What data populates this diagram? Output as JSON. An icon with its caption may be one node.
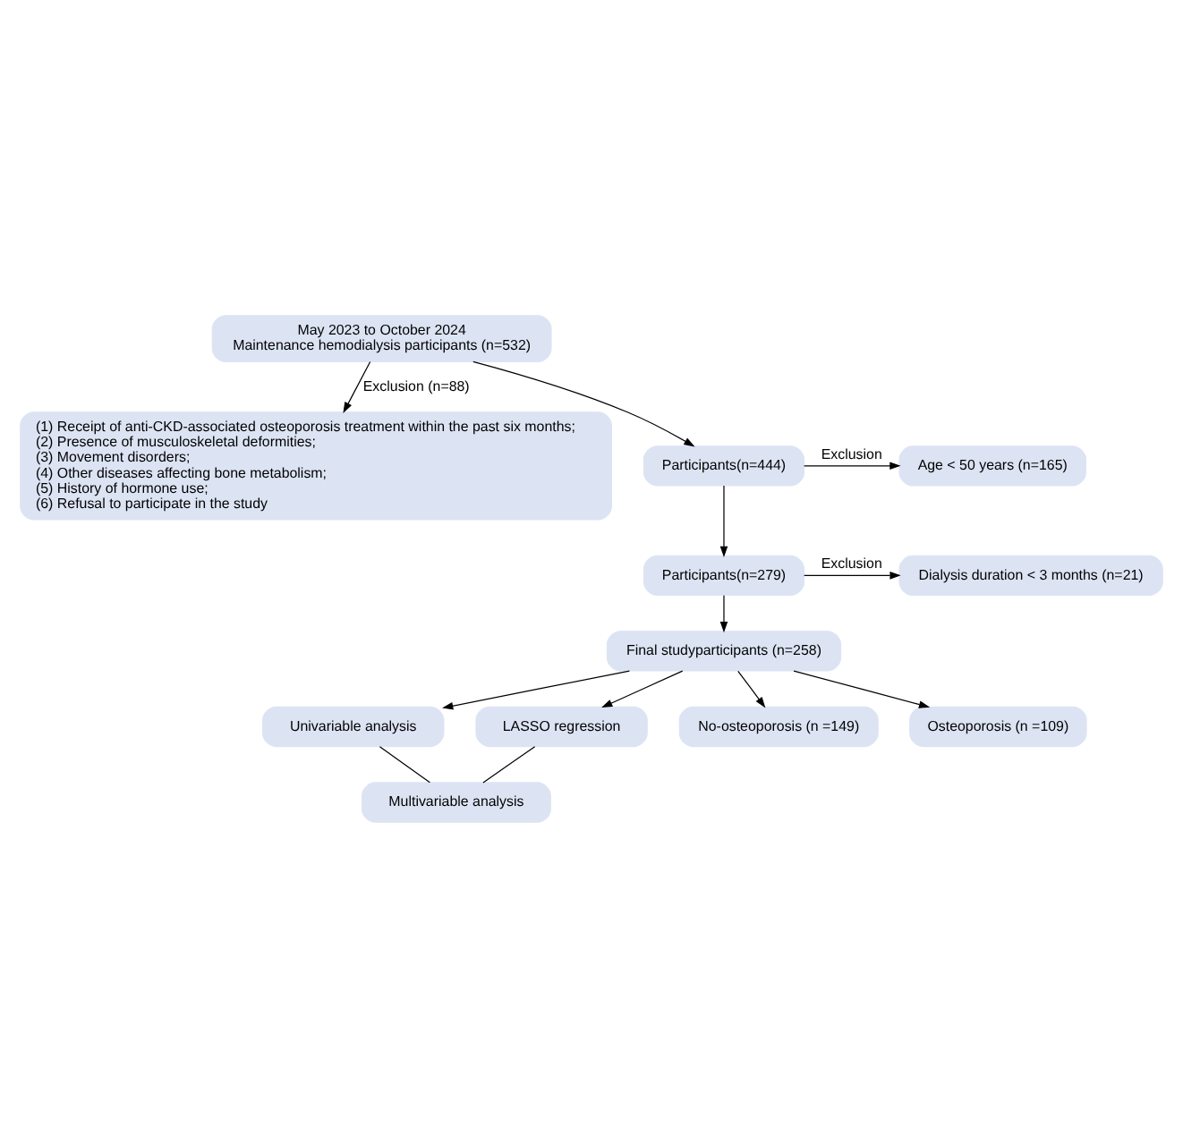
{
  "diagram": {
    "nodes": [
      {
        "text": [
          "May 2023 to October 2024",
          "Maintenance hemodialysis participants (n=532)"
        ]
      },
      {
        "text": [
          "(1) Receipt of anti-CKD-associated osteoporosis treatment within the past six months;",
          "(2) Presence of musculoskeletal deformities;",
          "(3) Movement disorders;",
          "(4) Other diseases affecting bone metabolism;",
          "(5) History of hormone use;",
          "(6) Refusal to participate in the study"
        ]
      },
      {
        "text": [
          "Participants(n=444)"
        ]
      },
      {
        "text": [
          "Age < 50 years (n=165)"
        ]
      },
      {
        "text": [
          "Participants(n=279)"
        ]
      },
      {
        "text": [
          "Dialysis duration < 3 months (n=21)"
        ]
      },
      {
        "text": [
          "Final studyparticipants (n=258)"
        ]
      },
      {
        "text": [
          "Univariable analysis"
        ]
      },
      {
        "text": [
          "LASSO regression"
        ]
      },
      {
        "text": [
          "Multivariable analysis"
        ]
      },
      {
        "text": [
          "No-osteoporosis (n =149)"
        ]
      },
      {
        "text": [
          "Osteoporosis (n =109)"
        ]
      }
    ],
    "edges": [
      {
        "from": 0,
        "to": 2,
        "arrow": "to"
      },
      {
        "from": 0,
        "to": 1,
        "arrow": "to",
        "label": "Exclusion (n=88)"
      },
      {
        "from": 2,
        "to": 3,
        "arrow": "to",
        "label": "Exclusion"
      },
      {
        "from": 2,
        "to": 4,
        "arrow": "to"
      },
      {
        "from": 4,
        "to": 5,
        "arrow": "to",
        "label": "Exclusion"
      },
      {
        "from": 4,
        "to": 6,
        "arrow": "to"
      },
      {
        "from": 6,
        "to": 7,
        "arrow": "to"
      },
      {
        "from": 6,
        "to": 8,
        "arrow": "to"
      },
      {
        "from": 7,
        "to": 9,
        "arrow": "none"
      },
      {
        "from": 8,
        "to": 9,
        "arrow": "none"
      },
      {
        "from": 6,
        "to": 10,
        "arrow": "to"
      },
      {
        "from": 6,
        "to": 11,
        "arrow": "to"
      }
    ]
  }
}
